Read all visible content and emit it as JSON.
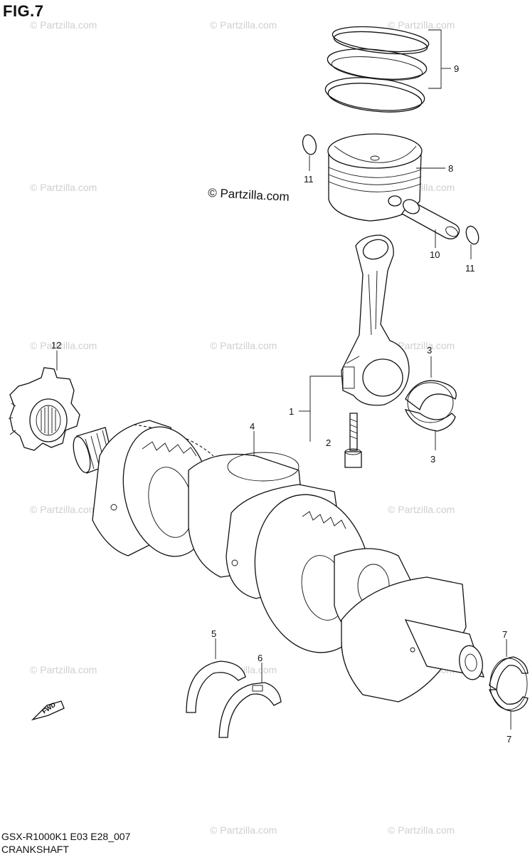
{
  "figure": {
    "title": "FIG.7",
    "model_code": "GSX-R1000K1 E03 E28_007",
    "name": "CRANKSHAFT"
  },
  "watermark": {
    "main_text": "© Partzilla.com",
    "tile_text": "© Partzilla.com"
  },
  "callouts": {
    "c1": "1",
    "c2": "2",
    "c3a": "3",
    "c3b": "3",
    "c4": "4",
    "c5": "5",
    "c6": "6",
    "c7a": "7",
    "c7b": "7",
    "c8": "8",
    "c9": "9",
    "c10": "10",
    "c11a": "11",
    "c11b": "11",
    "c12": "12"
  },
  "fwd_label": "FWD",
  "parts": [
    {
      "ref": "1",
      "name": "connecting-rod"
    },
    {
      "ref": "2",
      "name": "rod-bolt"
    },
    {
      "ref": "3",
      "name": "rod-bearing"
    },
    {
      "ref": "4",
      "name": "crankshaft"
    },
    {
      "ref": "5",
      "name": "thrust-bearing"
    },
    {
      "ref": "6",
      "name": "thrust-bearing"
    },
    {
      "ref": "7",
      "name": "main-bearing"
    },
    {
      "ref": "8",
      "name": "piston"
    },
    {
      "ref": "9",
      "name": "piston-ring-set"
    },
    {
      "ref": "10",
      "name": "piston-pin"
    },
    {
      "ref": "11",
      "name": "circlip"
    },
    {
      "ref": "12",
      "name": "sprocket-gear"
    }
  ],
  "colors": {
    "line": "#111111",
    "watermark": "#cfcfcf",
    "background": "#ffffff"
  }
}
